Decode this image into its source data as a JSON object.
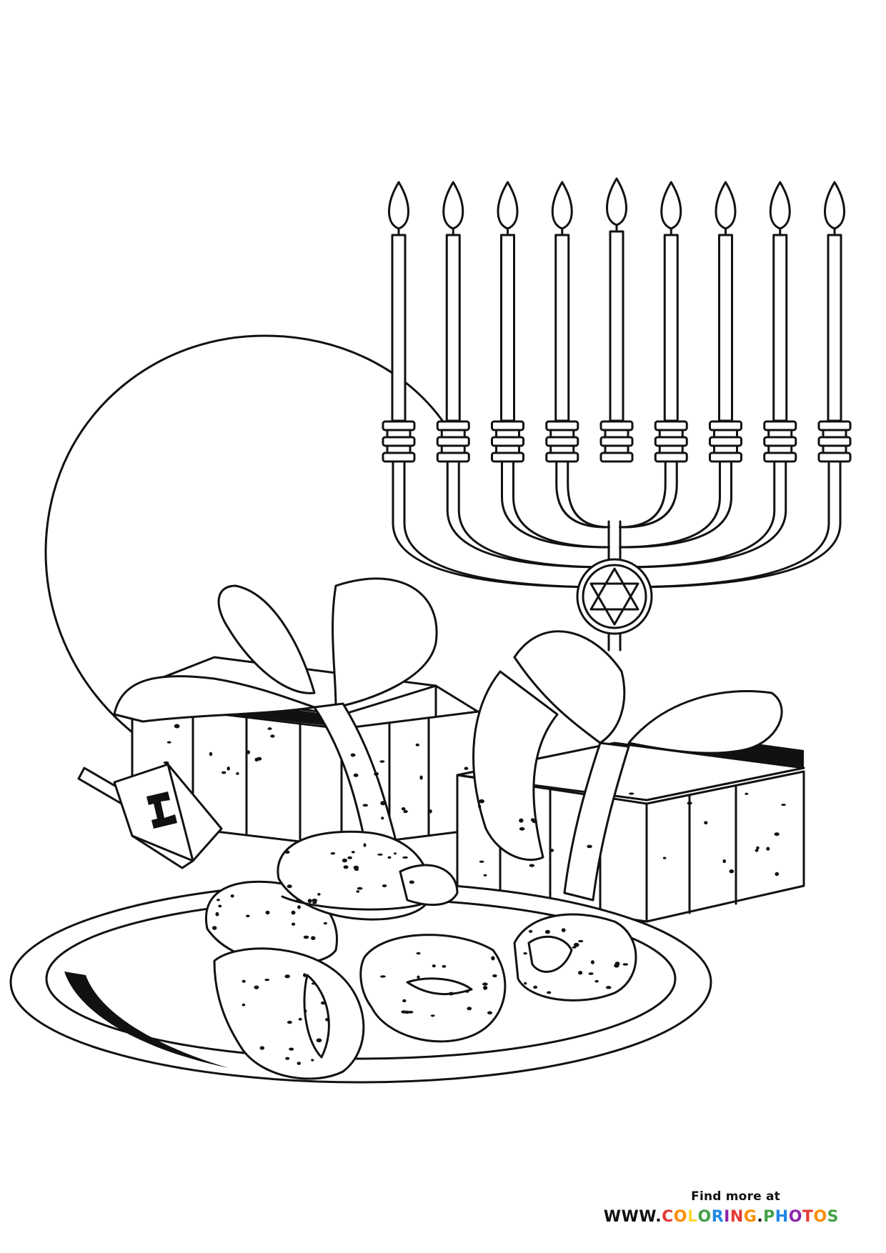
{
  "footer": {
    "find_more": "Find more at",
    "site_prefix": "WWW.",
    "site_letters": [
      "C",
      "O",
      "L",
      "O",
      "R",
      "I",
      "N",
      "G",
      ".",
      "P",
      "H",
      "O",
      "T",
      "O",
      "S"
    ],
    "letter_colors": [
      "#e53935",
      "#fb8c00",
      "#fdd835",
      "#43a047",
      "#1e88e5",
      "#8e24aa",
      "#e53935",
      "#fb8c00",
      "#111111",
      "#43a047",
      "#1e88e5",
      "#8e24aa",
      "#e53935",
      "#fb8c00",
      "#43a047"
    ]
  },
  "illustration": {
    "subjects": [
      "menorah",
      "star-of-david",
      "gift-box",
      "gift-box",
      "dreidel",
      "sufganiyot",
      "plate",
      "moon"
    ],
    "candle_count": 9,
    "style": "black line art coloring page"
  }
}
